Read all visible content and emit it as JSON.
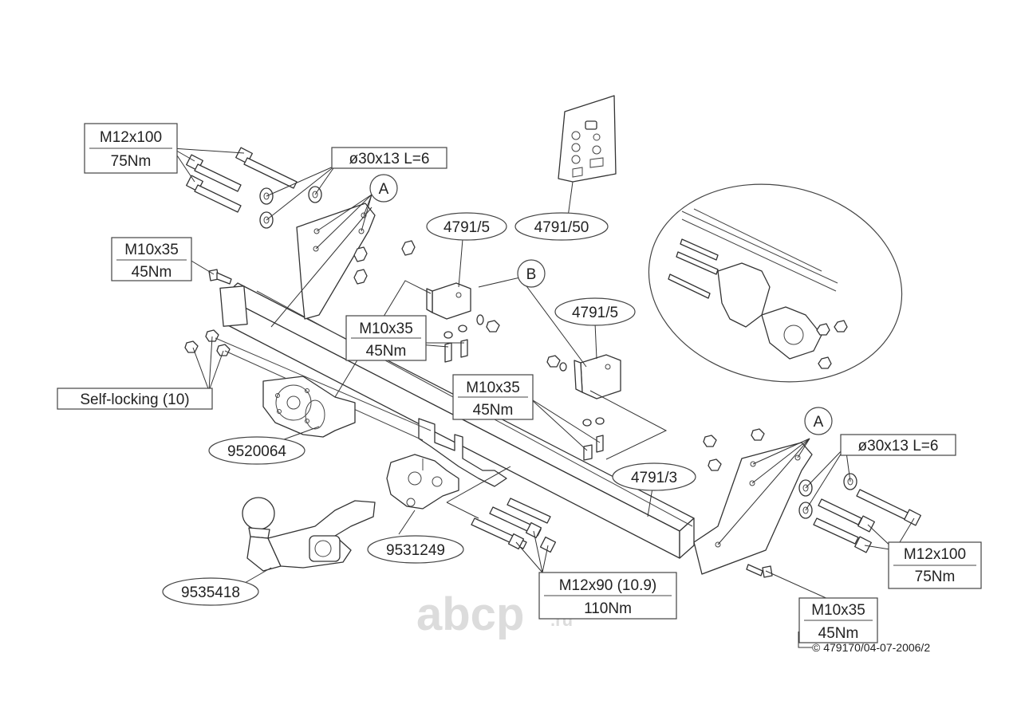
{
  "labels": {
    "bolt_top_left": {
      "top": "M12x100",
      "bottom": "75Nm"
    },
    "washer_top": "ø30x13 L=6",
    "bolt_left_mid": {
      "top": "M10x35",
      "bottom": "45Nm"
    },
    "bracket_left": {
      "top": "M10x35",
      "bottom": "45Nm"
    },
    "bracket_right": {
      "top": "M10x35",
      "bottom": "45Nm"
    },
    "bolt_right_low": {
      "top": "M10x35",
      "bottom": "45Nm"
    },
    "washer_right": "ø30x13 L=6",
    "bolt_right": {
      "top": "M12x100",
      "bottom": "75Nm"
    },
    "bolt_center": {
      "top": "M12x90 (10.9)",
      "bottom": "110Nm"
    },
    "self_locking": "Self-locking (10)"
  },
  "callouts": {
    "a_top": "A",
    "a_right": "A",
    "b": "B"
  },
  "part_numbers": {
    "bracket_1": "4791/5",
    "bracket_2": "4791/5",
    "kit": "4791/50",
    "crossbar": "4791/3",
    "socket_plate": "9520064",
    "ball_mount": "9531249",
    "tow_ball": "9535418"
  },
  "watermark": {
    "main": "abcp",
    "suffix": ".ru"
  },
  "copyright": "© 479170/04-07-2006/2",
  "colors": {
    "line": "#333333",
    "watermark": "#dcdcdc"
  }
}
